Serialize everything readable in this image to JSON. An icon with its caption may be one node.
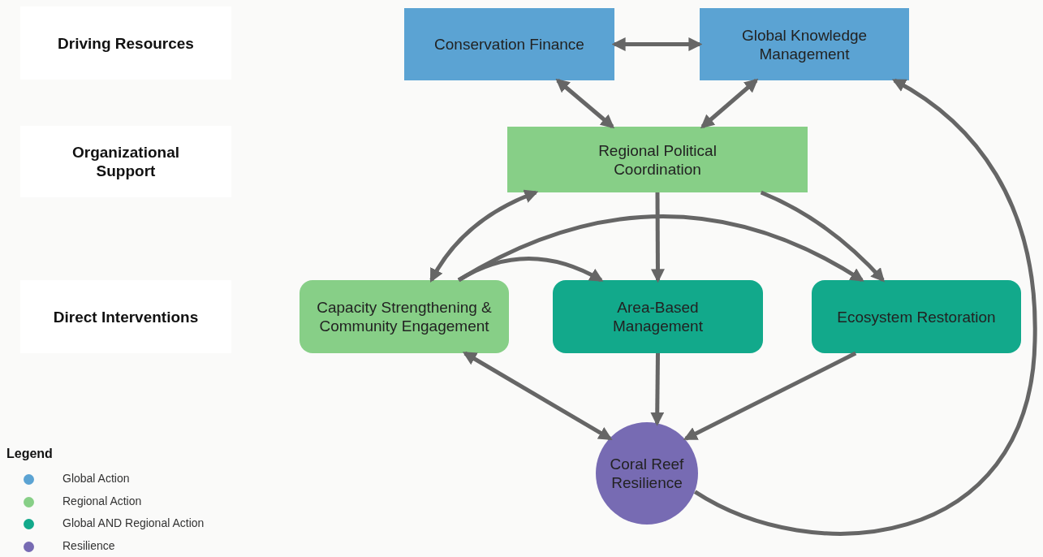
{
  "diagram": {
    "nodes": [
      {
        "text": [
          "Driving Resources"
        ]
      },
      {
        "text": [
          "Organizational Support"
        ]
      },
      {
        "text": [
          "Direct Interventions"
        ]
      },
      {
        "text": [
          "Conservation Finance"
        ]
      },
      {
        "text": [
          "Global Knowledge Management"
        ]
      },
      {
        "text": [
          "Regional Political Coordination"
        ]
      },
      {
        "text": [
          "Capacity Strengthening & Community Engagement"
        ]
      },
      {
        "text": [
          "Area-Based Management"
        ]
      },
      {
        "text": [
          "Ecosystem Restoration"
        ]
      },
      {
        "text": [
          "Coral Reef Resilience"
        ]
      }
    ],
    "edges": [
      {
        "from": 3,
        "to": 4,
        "arrow": "both"
      },
      {
        "from": 3,
        "to": 5,
        "arrow": "both"
      },
      {
        "from": 4,
        "to": 5,
        "arrow": "both"
      },
      {
        "from": 5,
        "to": 6,
        "arrow": "both"
      },
      {
        "from": 5,
        "to": 7,
        "arrow": "to"
      },
      {
        "from": 5,
        "to": 8,
        "arrow": "to"
      },
      {
        "from": 6,
        "to": 7,
        "arrow": "to"
      },
      {
        "from": 6,
        "to": 8,
        "arrow": "to"
      },
      {
        "from": 6,
        "to": 9,
        "arrow": "both"
      },
      {
        "from": 7,
        "to": 9,
        "arrow": "to"
      },
      {
        "from": 8,
        "to": 9,
        "arrow": "to"
      },
      {
        "from": 9,
        "to": 4,
        "arrow": "to"
      }
    ],
    "labels": [
      "Legend"
    ],
    "legend": [
      {
        "text": "Global Action",
        "color": "#5ba3d3"
      },
      {
        "text": "Regional Action",
        "color": "#87cf87"
      },
      {
        "text": "Global AND Regional Action",
        "color": "#12a98b"
      },
      {
        "text": "Resilience",
        "color": "#776bb3"
      }
    ]
  }
}
